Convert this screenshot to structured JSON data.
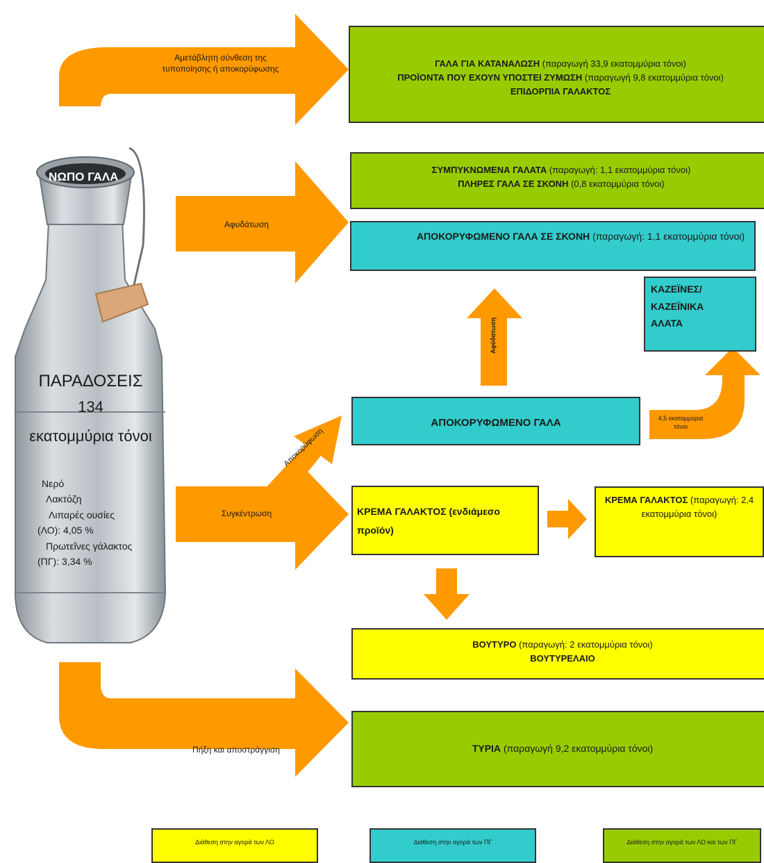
{
  "colors": {
    "arrow": "#ff9900",
    "green": "#99cc00",
    "cyan": "#33cccc",
    "yellow": "#ffff00",
    "can_metal": "#c7cdd1"
  },
  "can": {
    "title": "ΝΩΠΟ ΓΑΛΑ",
    "deliveries_label": "ΠΑΡΑΔΟΣΕΙΣ",
    "deliveries_value": "134",
    "deliveries_unit": "εκατομμύρια τόνοι",
    "components": [
      "Νερό",
      "Λακτόζη",
      "Λιπαρές ουσίες",
      "(ΛΟ): 4,05 %",
      "Πρωτεΐνες γάλακτος",
      "(ΠΓ): 3,34 %"
    ]
  },
  "arrow_labels": {
    "standardisation_line1": "Αμετάβλητη σύνθεση της",
    "standardisation_line2": "τυποποίησης ή αποκορύφωσης",
    "dehydration": "Αφυδάτωση",
    "drying": "Αφύδατωση",
    "skimming": "Αποκορύφωση",
    "concentration": "Συγκέντρωση",
    "caseins_qty_line1": "4,5 εκατομμύρια",
    "caseins_qty_line2": "τόνοι",
    "coagulation": "Πήξη και αποστράγγιση"
  },
  "boxes": {
    "consumption": {
      "line1_bold": "ΓΑΛΑ ΓΙΑ ΚΑΤΑΝΑΛΩΣΗ",
      "line1_normal": "(παραγωγή 33,9 εκατομμύρια τόνοι)",
      "line2_bold": "ΠΡΟΪΟΝΤΑ ΠΟΥ ΕΧΟΥΝ ΥΠΟΣΤΕΙ ΖΥΜΩΣΗ",
      "line2_normal": "(παραγωγή 9,8 εκατομμύρια τόνοι)",
      "line3_bold": "ΕΠΙΔΟΡΠΙΑ ΓΑΛΑΚΤΟΣ"
    },
    "condensed": {
      "line1_bold": "ΣΥΜΠΥΚΝΩΜΕΝΑ ΓΑΛΑΤΑ",
      "line1_normal": "(παραγωγή: 1,1 εκατομμύρια τόνοι)",
      "line2_bold": "ΠΛΗΡΕΣ ΓΑΛΑ ΣΕ ΣΚΟΝΗ",
      "line2_normal": "(0,8 εκατομμύρια τόνοι)"
    },
    "skimmed_powder": {
      "bold": "ΑΠΟΚΟΡΥΦΩΜΕΝΟ ΓΑΛΑ ΣΕ ΣΚΟΝΗ",
      "normal": "(παραγωγή: 1,1 εκατομμύρια τόνοι)"
    },
    "caseins": {
      "line1": "ΚΑΖΕΪΝΕΣ/",
      "line2": "ΚΑΖΕΪΝΙΚΑ",
      "line3": "ΑΛΑΤΑ"
    },
    "skimmed_milk": {
      "bold": "ΑΠΟΚΟΡΥΦΩΜΕΝΟ ΓΑΛΑ"
    },
    "cream_intermediate": {
      "bold": "ΚΡΕΜΑ ΓΑΛΑΚΤΟΣ (ενδιάμεσο προϊόν)"
    },
    "cream_product": {
      "bold": "ΚΡΕΜΑ ΓΑΛΑΚΤΟΣ",
      "normal": "(παραγωγή: 2,4 εκατομμύρια τόνοι)"
    },
    "butter": {
      "line1_bold": "ΒΟΥΤΥΡΟ",
      "line1_normal": "(παραγωγή: 2 εκατομμύρια τόνοι)",
      "line2_bold": "ΒΟΥΤΥΡΕΛΑΙΟ"
    },
    "cheese": {
      "bold": "ΤΥΡΙΑ",
      "normal": "(παραγωγή 9,2 εκατομμύρια τόνοι)"
    }
  },
  "legend": [
    {
      "label": "Διάθεση στην αγορά των ΛΟ",
      "color": "#ffff00"
    },
    {
      "label": "Διάθεση στην αγορά των ΠΓ",
      "color": "#33cccc"
    },
    {
      "label": "Διάθεση στην αγορά των ΛΟ και των ΠΓ",
      "color": "#99cc00"
    }
  ]
}
